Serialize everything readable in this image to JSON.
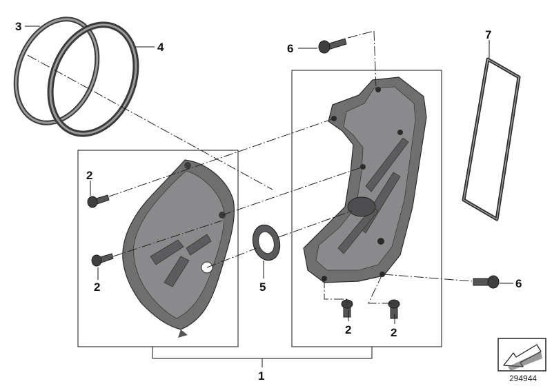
{
  "diagram_id": "294944",
  "callouts": {
    "c1": "1",
    "c2a": "2",
    "c2b": "2",
    "c2c": "2",
    "c2d": "2",
    "c3": "3",
    "c4": "4",
    "c5": "5",
    "c6a": "6",
    "c6b": "6",
    "c7": "7"
  },
  "colors": {
    "part_gray": "#6f6f70",
    "line": "#111111",
    "background": "#ffffff"
  },
  "icons": {
    "direction_badge": "arrow-direction-icon"
  }
}
